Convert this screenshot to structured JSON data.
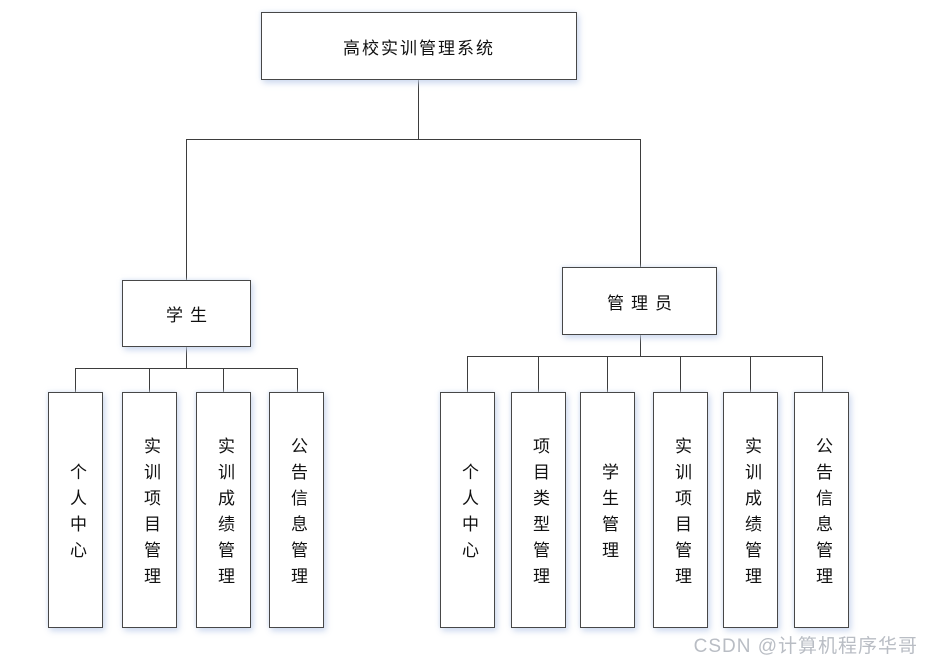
{
  "tree": {
    "root": {
      "label": "高校实训管理系统"
    },
    "branches": [
      {
        "label": "学生",
        "children": [
          "个人中心",
          "实训项目管理",
          "实训成绩管理",
          "公告信息管理"
        ]
      },
      {
        "label": "管理员",
        "children": [
          "个人中心",
          "项目类型管理",
          "学生管理",
          "实训项目管理",
          "实训成绩管理",
          "公告信息管理"
        ]
      }
    ]
  },
  "watermark": {
    "text": "CSDN @计算机程序华哥"
  },
  "colors": {
    "box_border": "#474747",
    "connector": "#3d3d3d",
    "box_glow": "#c4d2eb",
    "watermark_gray": "#b9bdc4"
  }
}
